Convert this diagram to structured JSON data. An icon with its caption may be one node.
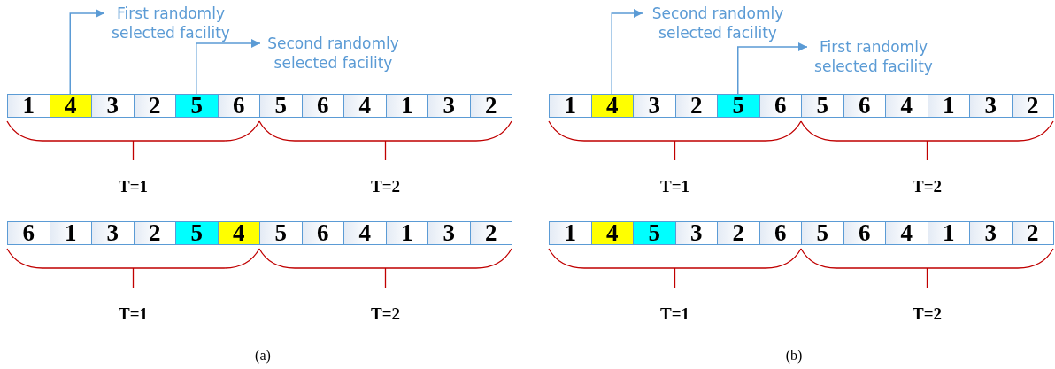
{
  "diagram": {
    "nodes": [
      {
        "text": [
          "First randomly selected facility"
        ]
      },
      {
        "text": [
          "Second randomly selected facility"
        ]
      },
      {
        "text": [
          "1"
        ]
      },
      {
        "text": [
          "4"
        ]
      },
      {
        "text": [
          "3"
        ]
      },
      {
        "text": [
          "2"
        ]
      },
      {
        "text": [
          "5"
        ]
      },
      {
        "text": [
          "6"
        ]
      },
      {
        "text": [
          "5"
        ]
      },
      {
        "text": [
          "6"
        ]
      },
      {
        "text": [
          "4"
        ]
      },
      {
        "text": [
          "1"
        ]
      },
      {
        "text": [
          "3"
        ]
      },
      {
        "text": [
          "2"
        ]
      },
      {
        "text": [
          "6"
        ]
      },
      {
        "text": [
          "1"
        ]
      },
      {
        "text": [
          "3"
        ]
      },
      {
        "text": [
          "2"
        ]
      },
      {
        "text": [
          "5"
        ]
      },
      {
        "text": [
          "4"
        ]
      },
      {
        "text": [
          "5"
        ]
      },
      {
        "text": [
          "6"
        ]
      },
      {
        "text": [
          "4"
        ]
      },
      {
        "text": [
          "1"
        ]
      },
      {
        "text": [
          "3"
        ]
      },
      {
        "text": [
          "2"
        ]
      },
      {
        "text": [
          "Second randomly selected facility"
        ]
      },
      {
        "text": [
          "First randomly selected facility"
        ]
      },
      {
        "text": [
          "1"
        ]
      },
      {
        "text": [
          "4"
        ]
      },
      {
        "text": [
          "3"
        ]
      },
      {
        "text": [
          "2"
        ]
      },
      {
        "text": [
          "5"
        ]
      },
      {
        "text": [
          "6"
        ]
      },
      {
        "text": [
          "5"
        ]
      },
      {
        "text": [
          "6"
        ]
      },
      {
        "text": [
          "4"
        ]
      },
      {
        "text": [
          "1"
        ]
      },
      {
        "text": [
          "3"
        ]
      },
      {
        "text": [
          "2"
        ]
      },
      {
        "text": [
          "1"
        ]
      },
      {
        "text": [
          "4"
        ]
      },
      {
        "text": [
          "5"
        ]
      },
      {
        "text": [
          "3"
        ]
      },
      {
        "text": [
          "2"
        ]
      },
      {
        "text": [
          "6"
        ]
      },
      {
        "text": [
          "5"
        ]
      },
      {
        "text": [
          "6"
        ]
      },
      {
        "text": [
          "4"
        ]
      },
      {
        "text": [
          "1"
        ]
      },
      {
        "text": [
          "3"
        ]
      },
      {
        "text": [
          "2"
        ]
      }
    ],
    "edges": [
      {
        "from": 3,
        "to": 0,
        "arrow": "to"
      },
      {
        "from": 6,
        "to": 1,
        "arrow": "to"
      },
      {
        "from": 29,
        "to": 26,
        "arrow": "to"
      },
      {
        "from": 32,
        "to": 27,
        "arrow": "to"
      }
    ],
    "labels": [
      "T=1",
      "T=2",
      "T=1",
      "T=2",
      "T=1",
      "T=2",
      "T=1",
      "T=2",
      "(a)",
      "(b)"
    ]
  }
}
